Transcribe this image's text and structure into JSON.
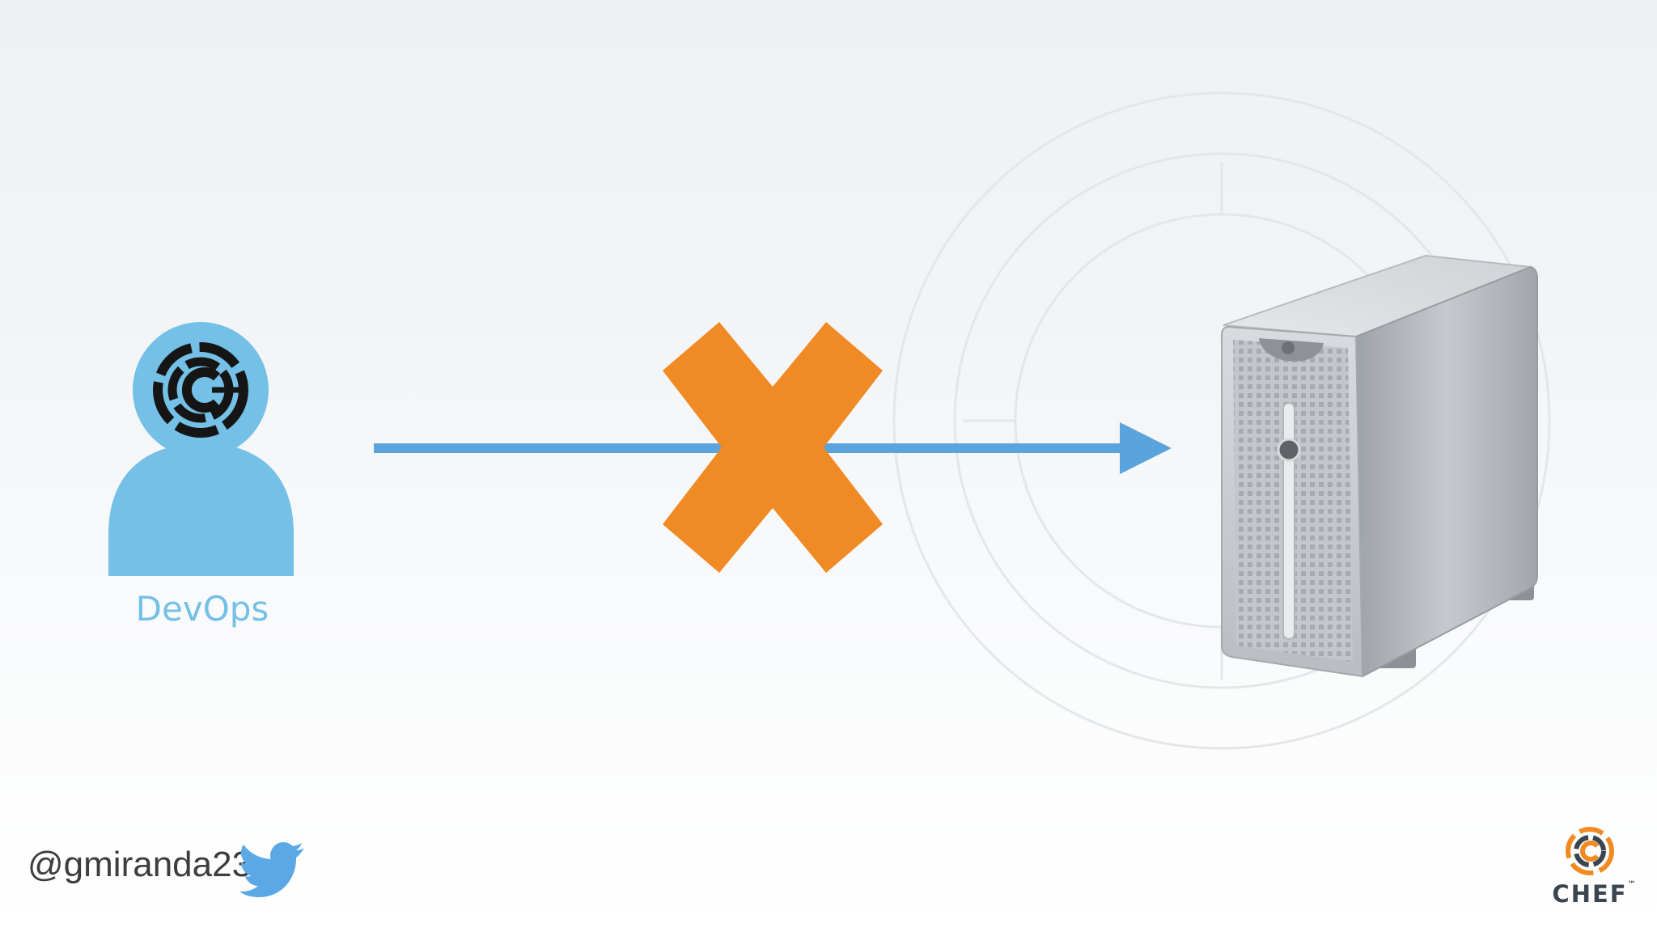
{
  "persona": {
    "label": "DevOps",
    "color": "#74c0e6"
  },
  "connection": {
    "arrow_color": "#5aa3dc",
    "blocked_color": "#ef8a24"
  },
  "footer": {
    "twitter_handle": "@gmiranda23",
    "twitter_icon": "twitter-bird-icon",
    "brand_wordmark": "CHEF",
    "brand_icon": "chef-logo-icon"
  }
}
